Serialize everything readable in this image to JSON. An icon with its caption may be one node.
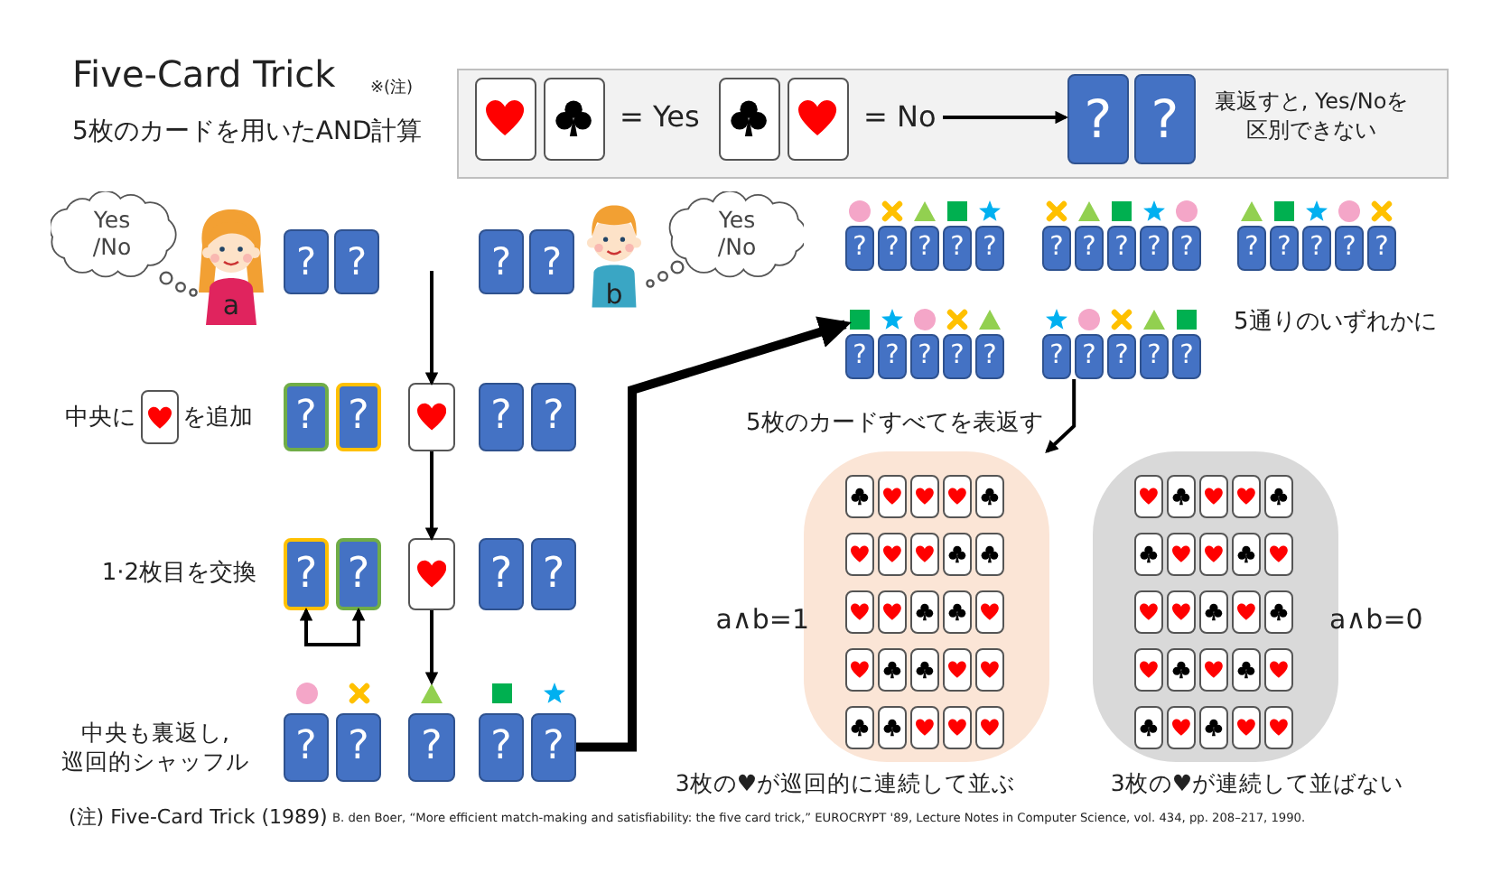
{
  "diagram": {
    "title": "Five-Card Trick",
    "nodes": [
      {
        "text": [],
        "shape": "box"
      },
      {
        "text": [
          "= Yes"
        ],
        "in": 0
      },
      {
        "text": [
          "= No"
        ],
        "in": 0
      },
      {
        "text": [
          "?",
          "?"
        ],
        "in": 0,
        "beside": [
          "裏返すと, Yes/Noを区別できない"
        ]
      },
      {
        "text": [
          "Yes /No"
        ]
      },
      {
        "text": [
          "a"
        ]
      },
      {
        "text": [
          "?",
          "?"
        ]
      },
      {
        "text": [
          "?",
          "?"
        ]
      },
      {
        "text": [
          "b"
        ]
      },
      {
        "text": [
          "Yes /No"
        ]
      },
      {
        "text": [
          "?",
          "?"
        ]
      },
      {
        "text": [],
        "shape": "box"
      },
      {
        "text": [
          "?",
          "?"
        ]
      },
      {
        "text": [
          "?"
        ]
      },
      {
        "text": [
          "?"
        ]
      },
      {
        "text": [],
        "shape": "box"
      },
      {
        "text": [
          "?",
          "?"
        ]
      },
      {
        "text": [
          "?",
          "?"
        ]
      },
      {
        "text": [
          "?"
        ]
      },
      {
        "text": [
          "?",
          "?"
        ]
      },
      {
        "text": [
          "?",
          "?",
          "?",
          "?",
          "?"
        ]
      },
      {
        "text": [
          "?",
          "?",
          "?",
          "?",
          "?"
        ]
      },
      {
        "text": [
          "?",
          "?",
          "?",
          "?",
          "?"
        ]
      },
      {
        "text": [
          "?",
          "?",
          "?",
          "?",
          "?"
        ]
      },
      {
        "text": [
          "?",
          "?",
          "?",
          "?",
          "?"
        ]
      },
      {
        "text": [],
        "shape": "box",
        "beside": [
          "a∧b=1",
          "3枚の♥が巡回的に連続して並ぶ"
        ]
      },
      {
        "text": [],
        "shape": "box",
        "beside": [
          "a∧b=0",
          "3枚の♥が連続して並ばない"
        ]
      }
    ],
    "edges": [
      {
        "from": 2,
        "to": 3,
        "arrow": "to"
      },
      {
        "from": null,
        "to": 11,
        "arrow": "to"
      },
      {
        "from": 11,
        "to": 15,
        "arrow": "to"
      },
      {
        "from": 13,
        "to": 14,
        "arrow": "both"
      },
      {
        "from": 15,
        "to": 18,
        "arrow": "to"
      },
      {
        "from": 19,
        "to": 23,
        "arrow": "to",
        "style": "thick"
      },
      {
        "from": 24,
        "to": 25,
        "arrow": "to"
      }
    ],
    "labels": [
      "※(注)",
      "5枚のカードを用いたAND計算",
      "中央に",
      "を追加",
      "1·2枚目を交換",
      "中央も裏返し, 巡回的シャッフル",
      "5通りのいずれかに",
      "5枚のカードすべてを表返す",
      "(注) Five-Card Trick (1989)",
      "B. den Boer, “More efficient match-making and satisfiability: the five card trick,” EUROCRYPT '89, Lecture Notes in Computer Science, vol. 434, pp. 208–217, 1990."
    ]
  }
}
